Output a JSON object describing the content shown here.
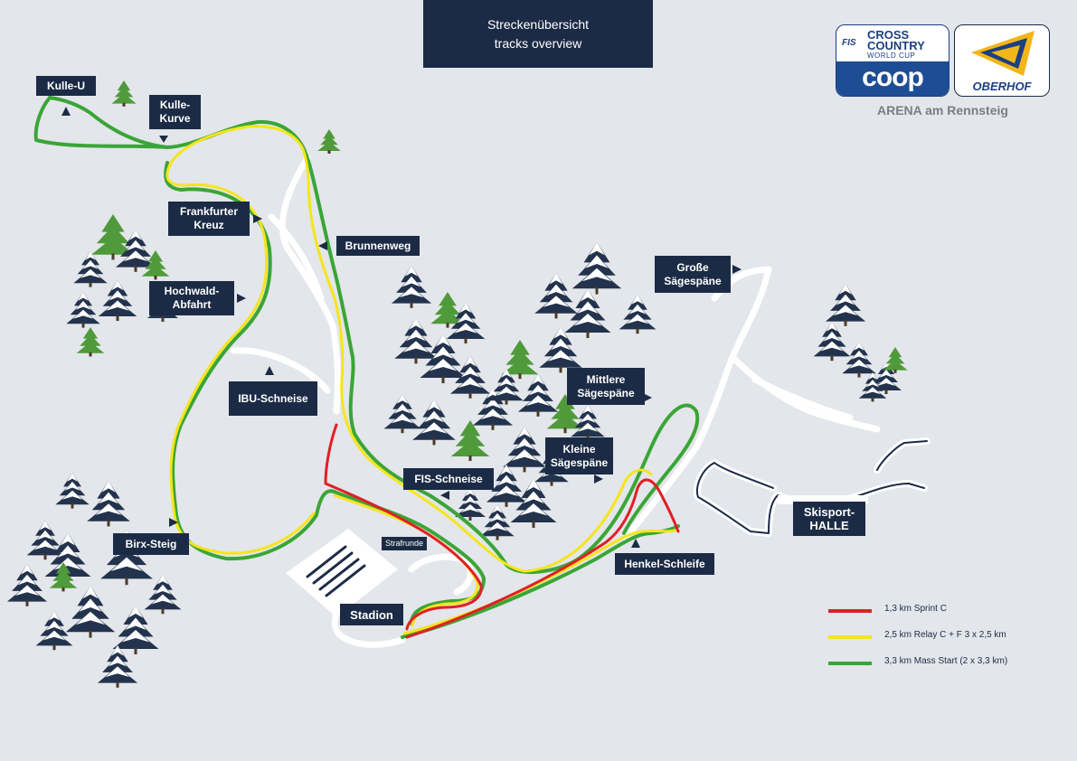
{
  "header": {
    "title_line1": "Streckenübersicht",
    "title_line2": "tracks overview"
  },
  "logos": {
    "fis_mark": "FIS",
    "fis_line1": "CROSS",
    "fis_line2": "COUNTRY",
    "fis_line3": "WORLD CUP",
    "coop": "coop",
    "oberhof": "OBERHOF",
    "arena": "ARENA am Rennsteig"
  },
  "places": {
    "kulle_u": "Kulle-U",
    "kulle_kurve_1": "Kulle-",
    "kulle_kurve_2": "Kurve",
    "frankfurter_1": "Frankfurter",
    "frankfurter_2": "Kreuz",
    "brunnenweg": "Brunnenweg",
    "hochwald_1": "Hochwald-",
    "hochwald_2": "Abfahrt",
    "ibu": "IBU-Schneise",
    "grosse_1": "Große",
    "grosse_2": "Sägespäne",
    "mittlere_1": "Mittlere",
    "mittlere_2": "Sägespäne",
    "kleine_1": "Kleine",
    "kleine_2": "Sägespäne",
    "fis_schneise": "FIS-Schneise",
    "birx": "Birx-Steig",
    "strafrunde": "Strafrunde",
    "stadion": "Stadion",
    "henkel": "Henkel-Schleife",
    "halle_1": "Skisport-",
    "halle_2": "HALLE"
  },
  "legend": {
    "items": [
      {
        "label": "1,3 km Sprint C",
        "color": "#e01f26"
      },
      {
        "label": "2,5 km Relay C + F 3 x 2,5 km",
        "color": "#f5e51b"
      },
      {
        "label": "3,3 km Mass Start (2 x 3,3 km)",
        "color": "#3aa537"
      }
    ]
  },
  "colors": {
    "navy": "#1c2b45",
    "background": "#e3e6ea",
    "road": "#ffffff",
    "tree": "#23334d",
    "tree_green": "#4f9a3a"
  }
}
